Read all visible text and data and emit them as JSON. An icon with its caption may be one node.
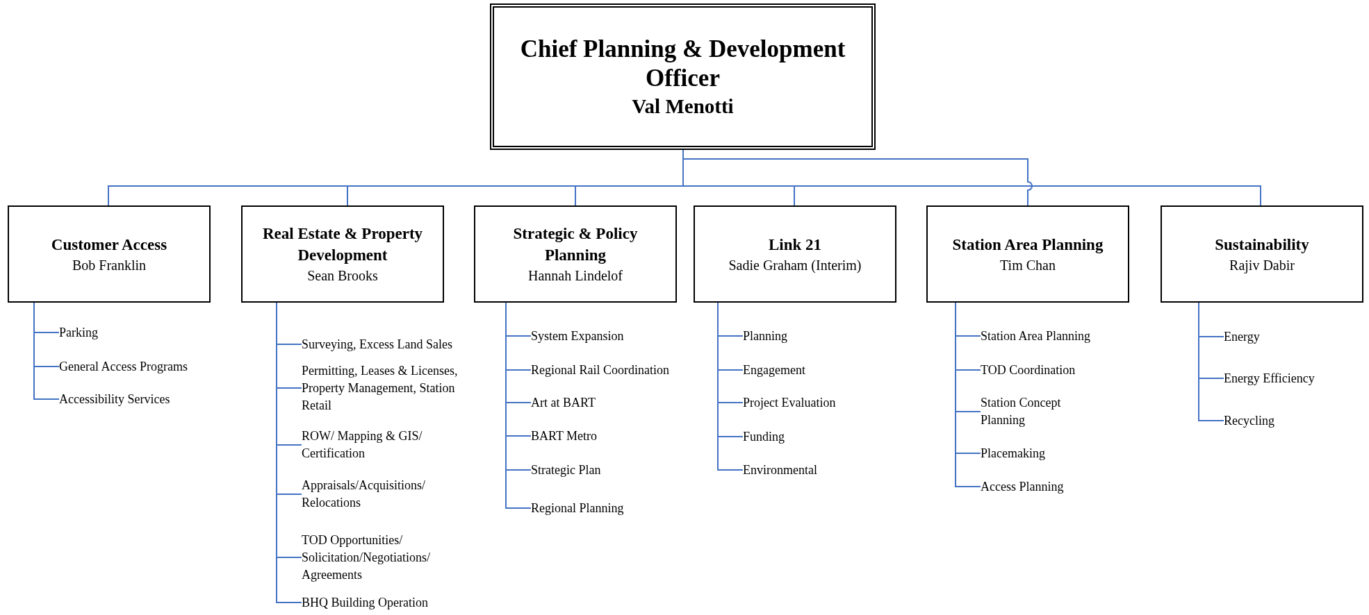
{
  "diagram": {
    "nodes": [
      {
        "text": [
          "Chief Planning & Development Officer",
          "Val Menotti"
        ]
      },
      {
        "text": [
          "Customer Access",
          "Bob Franklin"
        ]
      },
      {
        "text": [
          "Real Estate & Property Development",
          "Sean Brooks"
        ]
      },
      {
        "text": [
          "Strategic & Policy Planning",
          "Hannah Lindelof"
        ]
      },
      {
        "text": [
          "Link 21",
          "Sadie Graham (Interim)"
        ]
      },
      {
        "text": [
          "Station Area Planning",
          "Tim Chan"
        ]
      },
      {
        "text": [
          "Sustainability",
          "Rajiv Dabir"
        ]
      },
      {
        "text": [
          "Parking"
        ]
      },
      {
        "text": [
          "General Access Programs"
        ]
      },
      {
        "text": [
          "Accessibility Services"
        ]
      },
      {
        "text": [
          "Surveying, Excess Land Sales"
        ]
      },
      {
        "text": [
          "Permitting, Leases & Licenses, Property Management, Station Retail"
        ]
      },
      {
        "text": [
          "ROW/ Mapping & GIS/ Certification"
        ]
      },
      {
        "text": [
          "Appraisals/Acquisitions/ Relocations"
        ]
      },
      {
        "text": [
          "TOD Opportunities/ Solicitation/Negotiations/ Agreements"
        ]
      },
      {
        "text": [
          "BHQ Building Operation"
        ]
      },
      {
        "text": [
          "System Expansion"
        ]
      },
      {
        "text": [
          "Regional Rail Coordination"
        ]
      },
      {
        "text": [
          "Art at BART"
        ]
      },
      {
        "text": [
          "BART Metro"
        ]
      },
      {
        "text": [
          "Strategic Plan"
        ]
      },
      {
        "text": [
          "Regional Planning"
        ]
      },
      {
        "text": [
          "Planning"
        ]
      },
      {
        "text": [
          "Engagement"
        ]
      },
      {
        "text": [
          "Project Evaluation"
        ]
      },
      {
        "text": [
          "Funding"
        ]
      },
      {
        "text": [
          "Environmental"
        ]
      },
      {
        "text": [
          "Station Area Planning"
        ]
      },
      {
        "text": [
          "TOD Coordination"
        ]
      },
      {
        "text": [
          "Station Concept Planning"
        ]
      },
      {
        "text": [
          "Placemaking"
        ]
      },
      {
        "text": [
          "Access Planning"
        ]
      },
      {
        "text": [
          "Energy"
        ]
      },
      {
        "text": [
          "Energy Efficiency"
        ]
      },
      {
        "text": [
          "Recycling"
        ]
      }
    ],
    "edges": [
      {
        "from": 0,
        "to": 1,
        "arrow": "none"
      },
      {
        "from": 0,
        "to": 2,
        "arrow": "none"
      },
      {
        "from": 0,
        "to": 3,
        "arrow": "none"
      },
      {
        "from": 0,
        "to": 4,
        "arrow": "none"
      },
      {
        "from": 0,
        "to": 5,
        "arrow": "none"
      },
      {
        "from": 0,
        "to": 6,
        "arrow": "none"
      },
      {
        "from": 1,
        "to": 7,
        "arrow": "none"
      },
      {
        "from": 1,
        "to": 8,
        "arrow": "none"
      },
      {
        "from": 1,
        "to": 9,
        "arrow": "none"
      },
      {
        "from": 2,
        "to": 10,
        "arrow": "none"
      },
      {
        "from": 2,
        "to": 11,
        "arrow": "none"
      },
      {
        "from": 2,
        "to": 12,
        "arrow": "none"
      },
      {
        "from": 2,
        "to": 13,
        "arrow": "none"
      },
      {
        "from": 2,
        "to": 14,
        "arrow": "none"
      },
      {
        "from": 2,
        "to": 15,
        "arrow": "none"
      },
      {
        "from": 3,
        "to": 16,
        "arrow": "none"
      },
      {
        "from": 3,
        "to": 17,
        "arrow": "none"
      },
      {
        "from": 3,
        "to": 18,
        "arrow": "none"
      },
      {
        "from": 3,
        "to": 19,
        "arrow": "none"
      },
      {
        "from": 3,
        "to": 20,
        "arrow": "none"
      },
      {
        "from": 3,
        "to": 21,
        "arrow": "none"
      },
      {
        "from": 4,
        "to": 22,
        "arrow": "none"
      },
      {
        "from": 4,
        "to": 23,
        "arrow": "none"
      },
      {
        "from": 4,
        "to": 24,
        "arrow": "none"
      },
      {
        "from": 4,
        "to": 25,
        "arrow": "none"
      },
      {
        "from": 4,
        "to": 26,
        "arrow": "none"
      },
      {
        "from": 5,
        "to": 27,
        "arrow": "none"
      },
      {
        "from": 5,
        "to": 28,
        "arrow": "none"
      },
      {
        "from": 5,
        "to": 29,
        "arrow": "none"
      },
      {
        "from": 5,
        "to": 30,
        "arrow": "none"
      },
      {
        "from": 5,
        "to": 31,
        "arrow": "none"
      },
      {
        "from": 6,
        "to": 32,
        "arrow": "none"
      },
      {
        "from": 6,
        "to": 33,
        "arrow": "none"
      },
      {
        "from": 6,
        "to": 34,
        "arrow": "none"
      }
    ]
  }
}
